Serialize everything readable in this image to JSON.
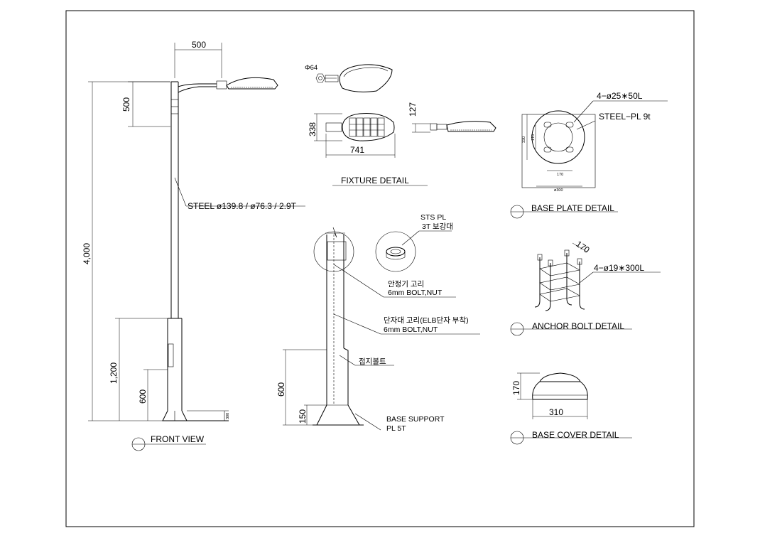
{
  "dims": {
    "arm_length": "500",
    "fixture_height": "500",
    "pole_height": "4,000",
    "door_height": "1,200",
    "door_bottom": "600",
    "base_small": "300",
    "fixture_dia": "Φ64",
    "fixture_depth": "127",
    "fixture_width": "338",
    "fixture_length": "741",
    "support_600": "600",
    "support_150": "150",
    "plate_170_v": "170",
    "plate_330": "330",
    "plate_170_h": "170",
    "plate_dia": "ø300",
    "anchor_170": "170",
    "cover_170": "170",
    "cover_310": "310"
  },
  "labels": {
    "steel_spec": "STEEL  ø139.8 / ø76.3 / 2.9T",
    "fixture_detail": "FIXTURE DETAIL",
    "front_view": "FRONT VIEW",
    "sts_pl_1": "STS  PL",
    "sts_pl_2": "3T 보강대",
    "stabilizer_1": "안정기 고리",
    "stabilizer_2": "6mm BOLT,NUT",
    "terminal_1": "단자대 고리(ELB단자 부착)",
    "terminal_2": "6mm BOLT,NUT",
    "ground_bolt": "접지볼트",
    "base_support_1": "BASE SUPPORT",
    "base_support_2": "PL 5T",
    "plate_holes": "4−ø25∗50L",
    "plate_steel": "STEEL−PL  9t",
    "base_plate_detail": "BASE PLATE DETAIL",
    "anchor_spec": "4−ø19∗300L",
    "anchor_bolt_detail": "ANCHOR BOLT DETAIL",
    "base_cover_detail": "BASE COVER DETAIL"
  }
}
